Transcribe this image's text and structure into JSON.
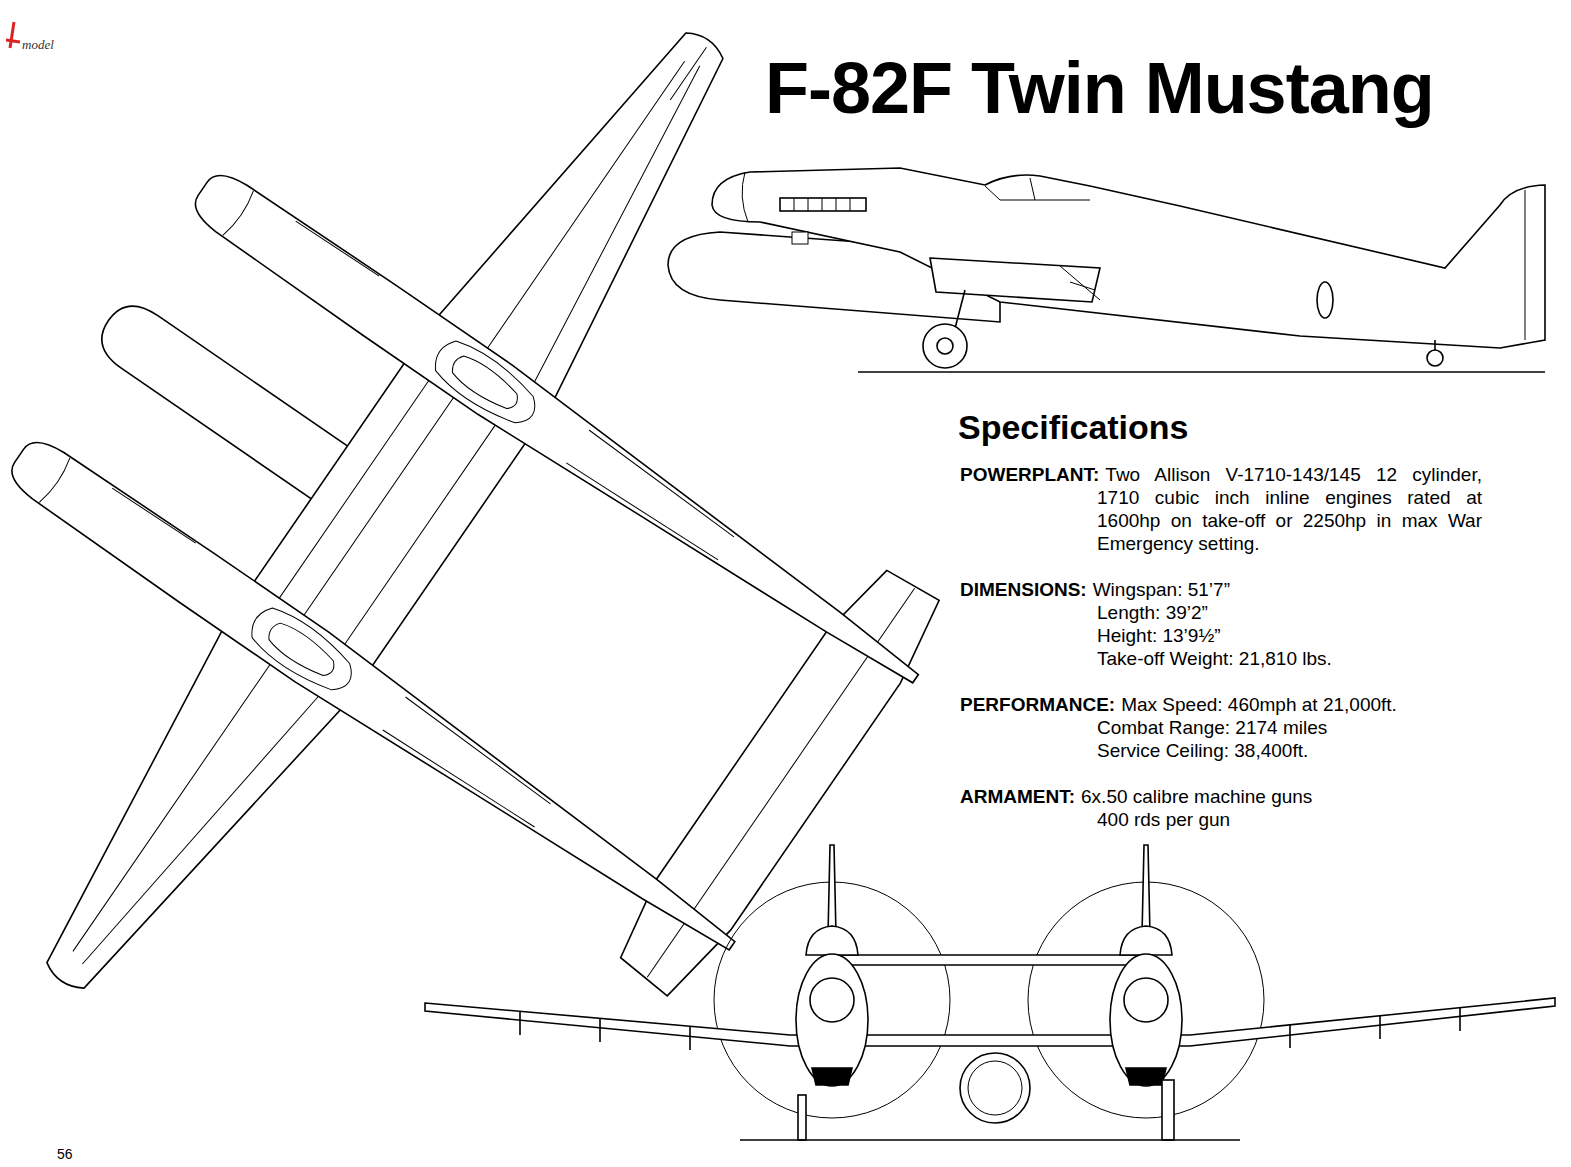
{
  "diagram": {
    "title": "F-82F Twin Mustang",
    "labels": [
      "Specifications",
      "POWERPLANT:",
      "Two Allison V-1710-143/145 12 cylinder, 1710 cubic inch inline engines rated at 1600hp on take-off or 2250hp in max War Emergency setting.",
      "DIMENSIONS:",
      "Wingspan: 51’7”",
      "Length: 39’2”",
      "Height: 13’9½”",
      "Take-off Weight: 21,810 lbs.",
      "PERFORMANCE:",
      "Max Speed: 460mph at 21,000ft.",
      "Combat Range: 2174 miles",
      "Service Ceiling: 38,400ft.",
      "ARMAMENT:",
      "6x.50 calibre machine guns",
      "400 rds per gun",
      "56",
      "model"
    ]
  }
}
